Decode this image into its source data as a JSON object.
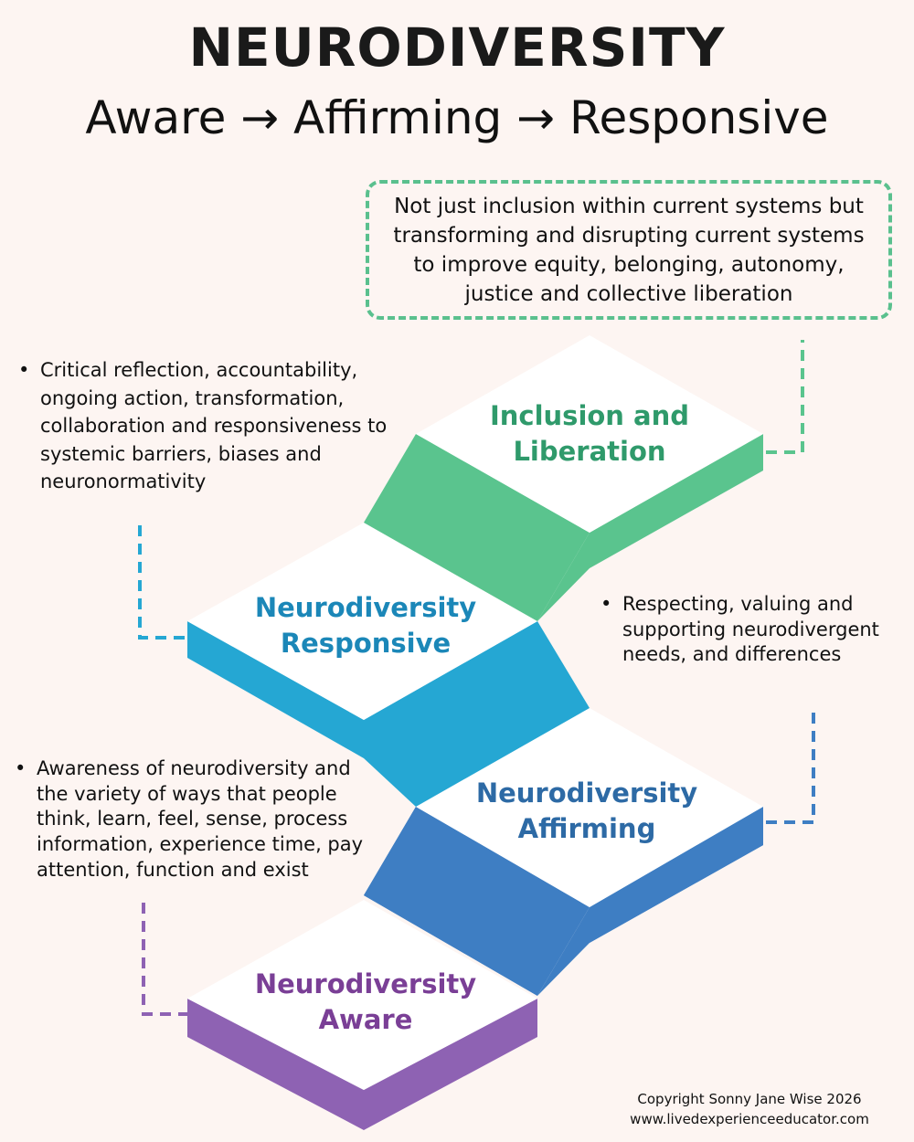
{
  "header": {
    "title": "NEURODIVERSITY",
    "subtitle": "Aware → Affirming → Responsive"
  },
  "callout": {
    "text": "Not just inclusion within current systems but transforming and disrupting current systems to improve equity, belonging, autonomy, justice and collective liberation"
  },
  "steps": [
    {
      "line1": "Inclusion and",
      "line2": "Liberation",
      "color": "#2f9a6b",
      "fill": "#5ac48e"
    },
    {
      "line1": "Neurodiversity",
      "line2": "Responsive",
      "color": "#1b87b8",
      "fill": "#25a7d3"
    },
    {
      "line1": "Neurodiversity",
      "line2": "Affirming",
      "color": "#2d6aa5",
      "fill": "#3e7ec3"
    },
    {
      "line1": "Neurodiversity",
      "line2": "Aware",
      "color": "#7a3f96",
      "fill": "#8e62b3"
    }
  ],
  "notes": {
    "responsive": "Critical reflection, accountability, ongoing action, transformation, collaboration and responsiveness to systemic barriers, biases and neuronormativity",
    "affirming": "Respecting, valuing and supporting neurodivergent needs, and differences",
    "aware": "Awareness of neurodiversity and the variety of ways that people think, learn, feel, sense, process information, experience time, pay attention, function and exist"
  },
  "footer": {
    "copyright": "Copyright Sonny Jane Wise 2026",
    "website": "www.livedexperienceeducator.com"
  }
}
